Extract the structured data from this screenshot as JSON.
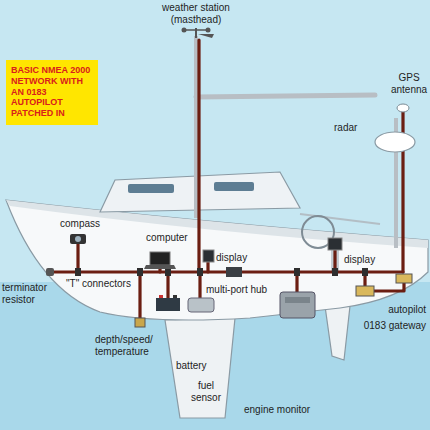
{
  "diagram": {
    "nodes": [
      {
        "text": [
          "BASIC NMEA 2000 NETWORK WITH AN 0183 AUTOPILOT PATCHED IN"
        ]
      }
    ],
    "labels": [
      "weather station (masthead)",
      "GPS antenna",
      "radar",
      "compass",
      "computer",
      "display",
      "display",
      "\"T\" connectors",
      "multi-port hub",
      "autopilot",
      "terminator resistor",
      "0183 gateway",
      "depth/speed/ temperature",
      "battery",
      "fuel sensor",
      "engine monitor"
    ]
  }
}
